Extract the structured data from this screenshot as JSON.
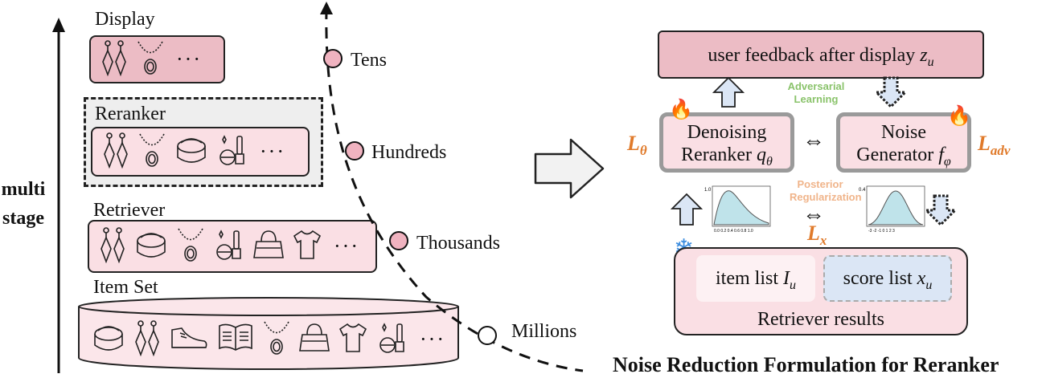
{
  "left": {
    "axis_label_line1": "multi",
    "axis_label_line2": "stage",
    "stages": [
      {
        "key": "display",
        "title": "Display"
      },
      {
        "key": "reranker",
        "title": "Reranker"
      },
      {
        "key": "retriever",
        "title": "Retriever"
      },
      {
        "key": "itemset",
        "title": "Item Set"
      }
    ],
    "ellipsis": "···",
    "scale": [
      "Tens",
      "Hundreds",
      "Thousands",
      "Millions"
    ],
    "icon_names": [
      "earrings-icon",
      "necklace-icon",
      "cream-jar-icon",
      "makeup-kit-icon",
      "handbag-icon",
      "tshirt-icon",
      "sneaker-icon",
      "book-icon"
    ]
  },
  "right": {
    "feedback_label": "user feedback after display",
    "feedback_var": "z",
    "feedback_sub": "u",
    "adversarial": "Adversarial Learning",
    "denoise_line1": "Denoising",
    "denoise_line2": "Reranker",
    "denoise_var": "q",
    "denoise_sub": "θ",
    "noise_line1": "Noise",
    "noise_line2": "Generator",
    "noise_var": "f",
    "noise_sub": "φ",
    "loss_theta": "L",
    "loss_theta_sub": "θ",
    "loss_adv": "L",
    "loss_adv_sub": "adv",
    "loss_x": "L",
    "loss_x_sub": "x",
    "posterior": "Posterior Regularization",
    "item_list": "item list",
    "item_var": "I",
    "item_sub": "u",
    "score_list": "score list",
    "score_var": "x",
    "score_sub": "u",
    "retriever_results": "Retriever results",
    "caption": "Noise Reduction Formulation for Reranker",
    "colors": {
      "pink": "#ecbcc5",
      "light_pink": "#fadfe4",
      "blue": "#dbe6f5",
      "gray_border": "#9a9a9a",
      "orange": "#e07a2a",
      "green": "#8ac36b"
    }
  }
}
